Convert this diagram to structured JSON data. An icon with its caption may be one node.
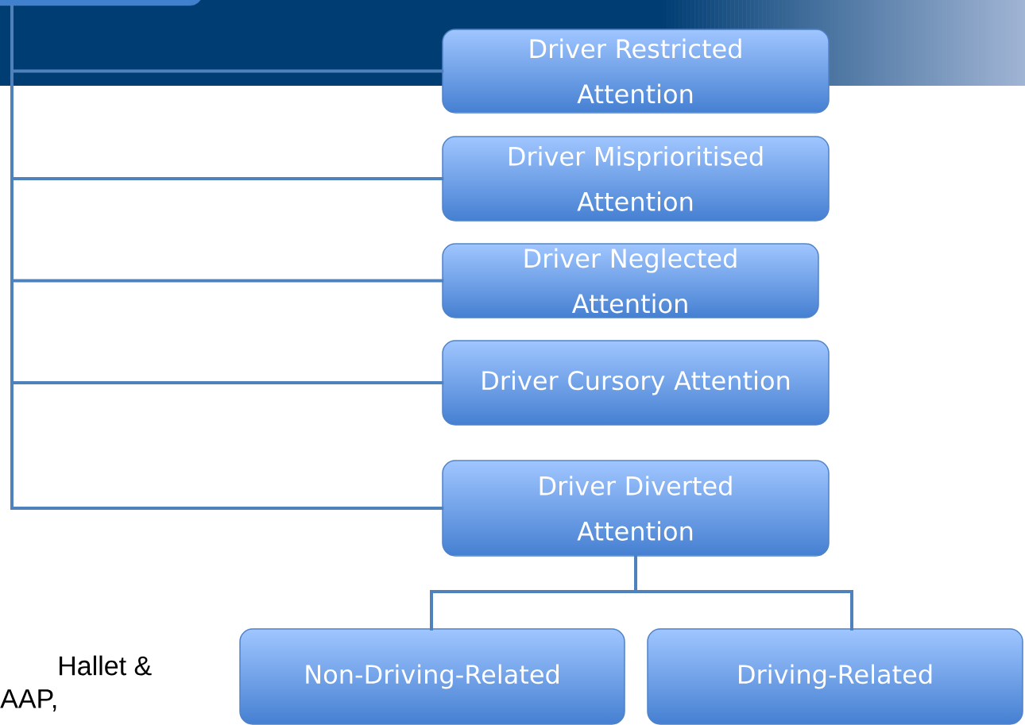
{
  "diagram": {
    "nodes": [
      {
        "text": [],
        "shape": "box"
      },
      {
        "text": [
          "Driver Restricted Attention"
        ]
      },
      {
        "text": [
          "Driver Misprioritised Attention"
        ]
      },
      {
        "text": [
          "Driver Neglected Attention"
        ]
      },
      {
        "text": [
          "Driver Cursory Attention"
        ]
      },
      {
        "text": [
          "Driver Diverted Attention"
        ]
      },
      {
        "text": [
          "Non-Driving-Related"
        ]
      },
      {
        "text": [
          "Driving-Related"
        ]
      }
    ],
    "edges": [
      {
        "from": 0,
        "to": 1,
        "arrow": "none"
      },
      {
        "from": 0,
        "to": 2,
        "arrow": "none"
      },
      {
        "from": 0,
        "to": 3,
        "arrow": "none"
      },
      {
        "from": 0,
        "to": 4,
        "arrow": "none"
      },
      {
        "from": 0,
        "to": 5,
        "arrow": "none"
      },
      {
        "from": 5,
        "to": 6,
        "arrow": "none"
      },
      {
        "from": 5,
        "to": 7,
        "arrow": "none"
      }
    ],
    "labels": [
      "Hallet &",
      "AAP,"
    ]
  }
}
